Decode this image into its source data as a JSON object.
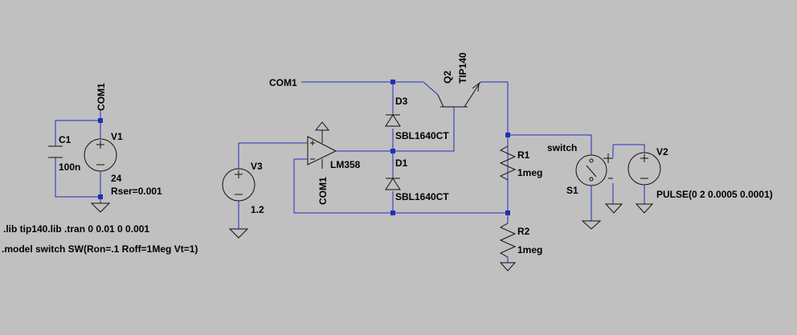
{
  "colors": {
    "background": "#c0c0c0",
    "wire": "#1f2fb8",
    "component": "#111111",
    "text": "#000000"
  },
  "labels": {
    "com1_top": "COM1",
    "c1": "C1",
    "c1_value": "100n",
    "v1": "V1",
    "v1_value": "24",
    "v1_rser": "Rser=0.001",
    "com1_left": "COM1",
    "v3": "V3",
    "v3_value": "1.2",
    "lm358": "LM358",
    "com1_opamp": "COM1",
    "q2": "Q2",
    "tip140": "TIP140",
    "d3": "D3",
    "d3_model": "SBL1640CT",
    "d1": "D1",
    "d1_model": "SBL1640CT",
    "r1": "R1",
    "r1_value": "1meg",
    "r2": "R2",
    "r2_value": "1meg",
    "switch": "switch",
    "s1": "S1",
    "v2": "V2",
    "v2_value": "PULSE(0 2 0.0005 0.0001)"
  },
  "directives": {
    "lib_tran": ".lib tip140.lib  .tran 0 0.01 0 0.001",
    "model": ".model switch SW(Ron=.1 Roff=1Meg Vt=1)"
  }
}
